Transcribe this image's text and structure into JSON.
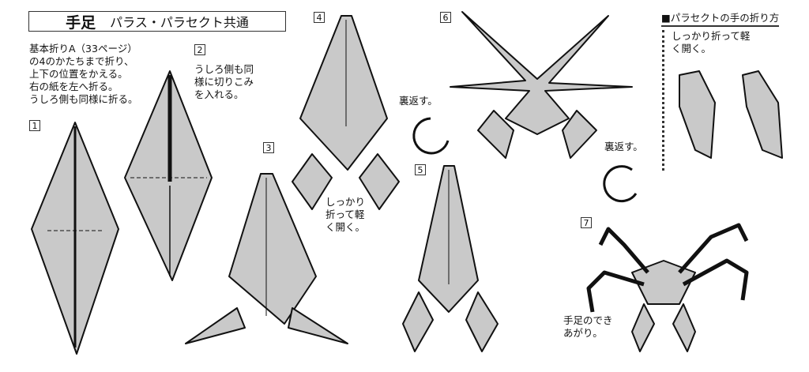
{
  "header": {
    "title_main": "手足",
    "title_sub": "パラス・パラセクト共通"
  },
  "steps": [
    "1",
    "2",
    "3",
    "4",
    "5",
    "6",
    "7"
  ],
  "instructions": {
    "intro": "基本折りA（33ページ）\nの4のかたちまで折り、\n上下の位置をかえる。\n右の紙を左へ折る。\nうしろ側も同様に折る。",
    "step2": "うしろ側も同\n様に切りこみ\nを入れる。",
    "step4": "しっかり\n折って軽\nく開く。",
    "turn_over_1": "裏返す。",
    "turn_over_2": "裏返す。",
    "finished": "手足のでき\nあがり。"
  },
  "sidebar": {
    "heading": "■パラセクトの手の折り方",
    "note": "しっかり折って軽\nく開く。"
  },
  "colors": {
    "paper": "#c9c9c9",
    "line": "#111111"
  }
}
